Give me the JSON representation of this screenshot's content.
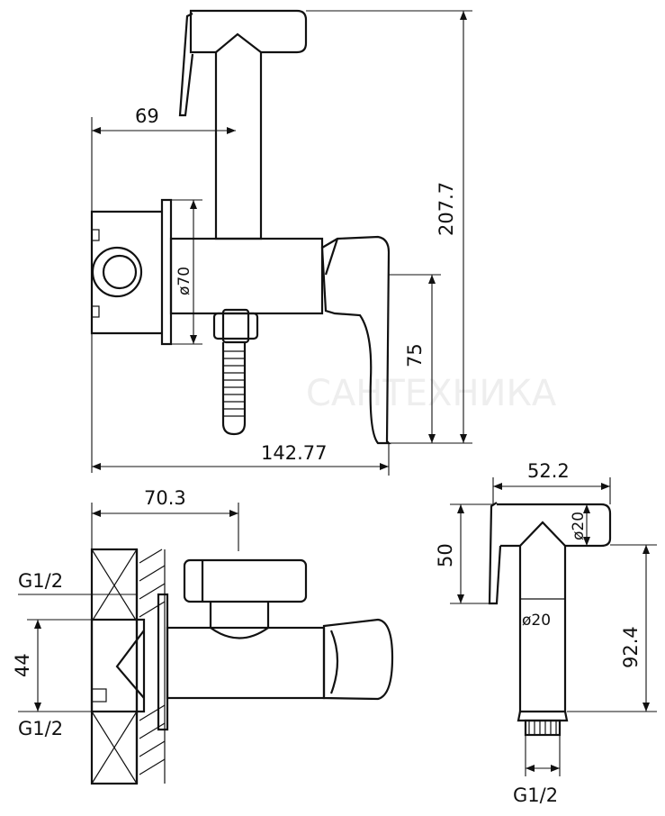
{
  "watermark": "САНТЕХНИКА",
  "front_view": {
    "dims": {
      "width_69": "69",
      "height_207_7": "207.7",
      "dia_70": "ø70",
      "height_75": "75",
      "width_142_77": "142.77"
    }
  },
  "side_view": {
    "dims": {
      "width_70_3": "70.3",
      "thread_top": "G1/2",
      "height_44": "44",
      "thread_bottom": "G1/2"
    }
  },
  "hand_shower": {
    "dims": {
      "width_52_2": "52.2",
      "height_50": "50",
      "dia_20_head": "ø20",
      "dia_20_stem": "ø20",
      "height_92_4": "92.4",
      "thread": "G1/2"
    }
  }
}
